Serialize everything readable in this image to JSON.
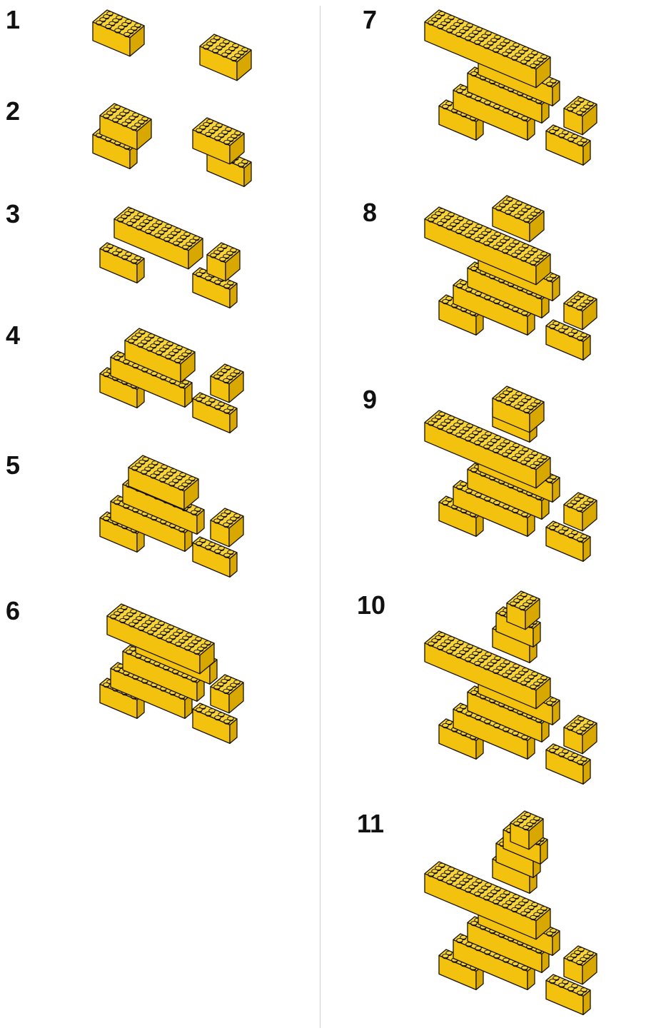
{
  "steps": [
    {
      "number": "1"
    },
    {
      "number": "2"
    },
    {
      "number": "3"
    },
    {
      "number": "4"
    },
    {
      "number": "5"
    },
    {
      "number": "6"
    },
    {
      "number": "7"
    },
    {
      "number": "8"
    },
    {
      "number": "9"
    },
    {
      "number": "10"
    },
    {
      "number": "11"
    }
  ],
  "colors": {
    "brick_top": "#f7d43a",
    "brick_front": "#f2c20f",
    "brick_side": "#d9a800",
    "outline": "#1a1300",
    "divider": "#cfcfcf"
  },
  "icons": [
    "yellow-brick-build-icon"
  ]
}
